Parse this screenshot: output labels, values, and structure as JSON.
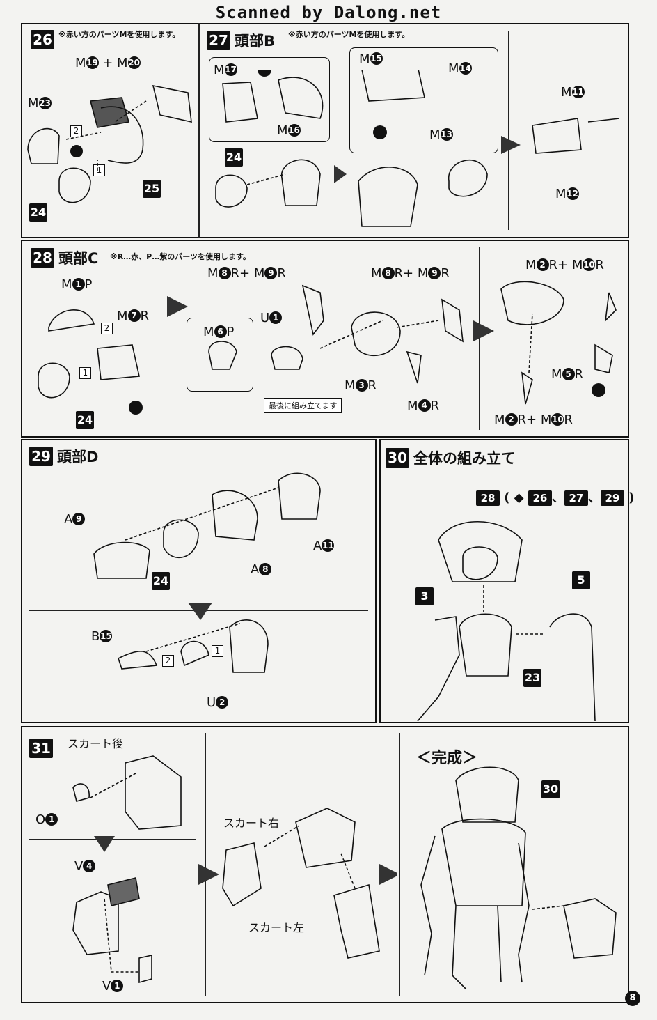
{
  "header": {
    "scan_credit": "Scanned by Dalong.net"
  },
  "page_number": "8",
  "steps": {
    "s26": {
      "num": "26",
      "note": "※赤い方のパーツMを使用します。",
      "labels": {
        "m19": "19",
        "m20": "20",
        "m23": "23"
      },
      "boxes": {
        "b25": "25",
        "b24": "24"
      },
      "seq1": "1",
      "seq2": "2"
    },
    "s27": {
      "num": "27",
      "title": "頭部B",
      "note": "※赤い方のパーツMを使用します。",
      "labels": {
        "m17": "17",
        "m16": "16",
        "m15": "15",
        "m14": "14",
        "m13": "13",
        "m11": "11",
        "m12": "12"
      },
      "boxes": {
        "b24": "24"
      }
    },
    "s28": {
      "num": "28",
      "title": "頭部C",
      "note": "※R…赤、P…紫のパーツを使用します。",
      "labels": {
        "m1p": "1",
        "m7r": "7",
        "m6p": "6",
        "u1": "1",
        "m8a": "8",
        "m9a": "9",
        "m8b": "8",
        "m9b": "9",
        "m3r": "3",
        "m4r": "4",
        "m2a": "2",
        "m10a": "10",
        "m5r": "5",
        "m2b": "2",
        "m10b": "10"
      },
      "callout": "最後に組み立てます",
      "boxes": {
        "b24": "24"
      },
      "seq1": "1",
      "seq2": "2"
    },
    "s29": {
      "num": "29",
      "title": "頭部D",
      "labels": {
        "a9": "9",
        "a8": "8",
        "a11": "11",
        "b15": "15",
        "u2": "2"
      },
      "boxes": {
        "b24": "24"
      },
      "seq1": "1",
      "seq2": "2"
    },
    "s30": {
      "num": "30",
      "title": "全体の組み立て",
      "refs": [
        "28",
        "26",
        "27",
        "29"
      ],
      "boxes": {
        "b3": "3",
        "b5": "5",
        "b23": "23"
      }
    },
    "s31": {
      "num": "31",
      "skirt_back": "スカート後",
      "skirt_right": "スカート右",
      "skirt_left": "スカート左",
      "labels": {
        "o1": "1",
        "v4": "4",
        "v1": "1"
      }
    },
    "complete": {
      "title": "＜完成＞",
      "box": "30"
    }
  }
}
